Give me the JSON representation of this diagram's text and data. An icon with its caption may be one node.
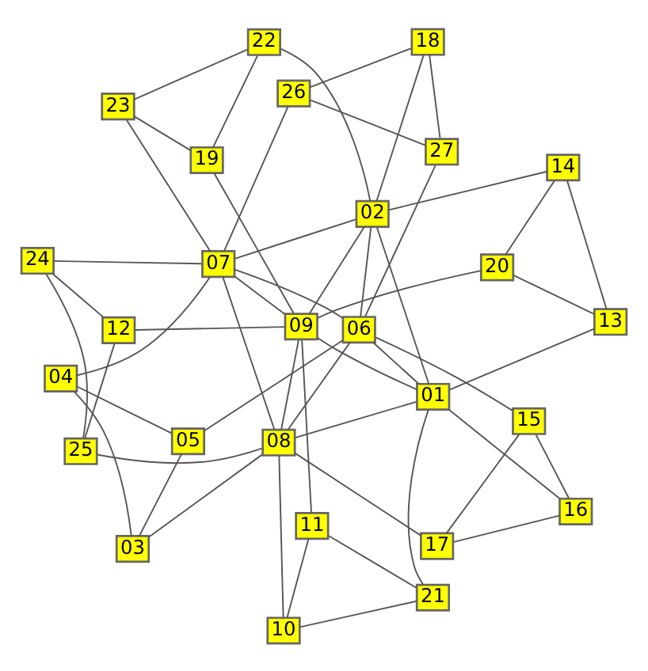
{
  "diagram": {
    "nodes": [
      {
        "text": [
          "01"
        ]
      },
      {
        "text": [
          "02"
        ]
      },
      {
        "text": [
          "03"
        ]
      },
      {
        "text": [
          "04"
        ]
      },
      {
        "text": [
          "05"
        ]
      },
      {
        "text": [
          "06"
        ]
      },
      {
        "text": [
          "07"
        ]
      },
      {
        "text": [
          "08"
        ]
      },
      {
        "text": [
          "09"
        ]
      },
      {
        "text": [
          "10"
        ]
      },
      {
        "text": [
          "11"
        ]
      },
      {
        "text": [
          "12"
        ]
      },
      {
        "text": [
          "13"
        ]
      },
      {
        "text": [
          "14"
        ]
      },
      {
        "text": [
          "15"
        ]
      },
      {
        "text": [
          "16"
        ]
      },
      {
        "text": [
          "17"
        ]
      },
      {
        "text": [
          "18"
        ]
      },
      {
        "text": [
          "19"
        ]
      },
      {
        "text": [
          "20"
        ]
      },
      {
        "text": [
          "21"
        ]
      },
      {
        "text": [
          "22"
        ]
      },
      {
        "text": [
          "23"
        ]
      },
      {
        "text": [
          "24"
        ]
      },
      {
        "text": [
          "25"
        ]
      },
      {
        "text": [
          "26"
        ]
      },
      {
        "text": [
          "27"
        ]
      }
    ],
    "edges": [
      {
        "from": 5,
        "to": 4,
        "arrow": "none"
      },
      {
        "from": 5,
        "to": 26,
        "arrow": "none"
      },
      {
        "from": 5,
        "to": 1,
        "arrow": "none"
      },
      {
        "from": 5,
        "to": 6,
        "arrow": "none"
      },
      {
        "from": 5,
        "to": 14,
        "arrow": "none"
      },
      {
        "from": 5,
        "to": 0,
        "arrow": "none"
      },
      {
        "from": 5,
        "to": 7,
        "arrow": "none"
      },
      {
        "from": 4,
        "to": 3,
        "arrow": "none"
      },
      {
        "from": 4,
        "to": 2,
        "arrow": "none"
      },
      {
        "from": 3,
        "to": 2,
        "arrow": "none"
      },
      {
        "from": 3,
        "to": 6,
        "arrow": "none"
      },
      {
        "from": 2,
        "to": 7,
        "arrow": "none"
      },
      {
        "from": 26,
        "to": 25,
        "arrow": "none"
      },
      {
        "from": 26,
        "to": 17,
        "arrow": "none"
      },
      {
        "from": 25,
        "to": 17,
        "arrow": "none"
      },
      {
        "from": 25,
        "to": 6,
        "arrow": "none"
      },
      {
        "from": 17,
        "to": 1,
        "arrow": "none"
      },
      {
        "from": 14,
        "to": 16,
        "arrow": "none"
      },
      {
        "from": 14,
        "to": 15,
        "arrow": "none"
      },
      {
        "from": 16,
        "to": 15,
        "arrow": "none"
      },
      {
        "from": 16,
        "to": 7,
        "arrow": "none"
      },
      {
        "from": 15,
        "to": 0,
        "arrow": "none"
      },
      {
        "from": 6,
        "to": 7,
        "arrow": "none"
      },
      {
        "from": 6,
        "to": 23,
        "arrow": "none"
      },
      {
        "from": 6,
        "to": 22,
        "arrow": "none"
      },
      {
        "from": 6,
        "to": 1,
        "arrow": "none"
      },
      {
        "from": 6,
        "to": 8,
        "arrow": "none"
      },
      {
        "from": 7,
        "to": 24,
        "arrow": "none"
      },
      {
        "from": 7,
        "to": 8,
        "arrow": "none"
      },
      {
        "from": 7,
        "to": 9,
        "arrow": "none"
      },
      {
        "from": 7,
        "to": 0,
        "arrow": "none"
      },
      {
        "from": 23,
        "to": 24,
        "arrow": "none"
      },
      {
        "from": 23,
        "to": 11,
        "arrow": "none"
      },
      {
        "from": 24,
        "to": 11,
        "arrow": "none"
      },
      {
        "from": 11,
        "to": 8,
        "arrow": "none"
      },
      {
        "from": 22,
        "to": 21,
        "arrow": "none"
      },
      {
        "from": 22,
        "to": 18,
        "arrow": "none"
      },
      {
        "from": 21,
        "to": 18,
        "arrow": "none"
      },
      {
        "from": 21,
        "to": 1,
        "arrow": "none"
      },
      {
        "from": 18,
        "to": 8,
        "arrow": "none"
      },
      {
        "from": 9,
        "to": 10,
        "arrow": "none"
      },
      {
        "from": 9,
        "to": 20,
        "arrow": "none"
      },
      {
        "from": 10,
        "to": 20,
        "arrow": "none"
      },
      {
        "from": 10,
        "to": 8,
        "arrow": "none"
      },
      {
        "from": 20,
        "to": 0,
        "arrow": "none"
      },
      {
        "from": 8,
        "to": 1,
        "arrow": "none"
      },
      {
        "from": 8,
        "to": 0,
        "arrow": "none"
      },
      {
        "from": 8,
        "to": 19,
        "arrow": "none"
      },
      {
        "from": 19,
        "to": 13,
        "arrow": "none"
      },
      {
        "from": 19,
        "to": 12,
        "arrow": "none"
      },
      {
        "from": 13,
        "to": 1,
        "arrow": "none"
      },
      {
        "from": 13,
        "to": 12,
        "arrow": "none"
      },
      {
        "from": 12,
        "to": 0,
        "arrow": "none"
      },
      {
        "from": 1,
        "to": 0,
        "arrow": "none"
      }
    ]
  }
}
